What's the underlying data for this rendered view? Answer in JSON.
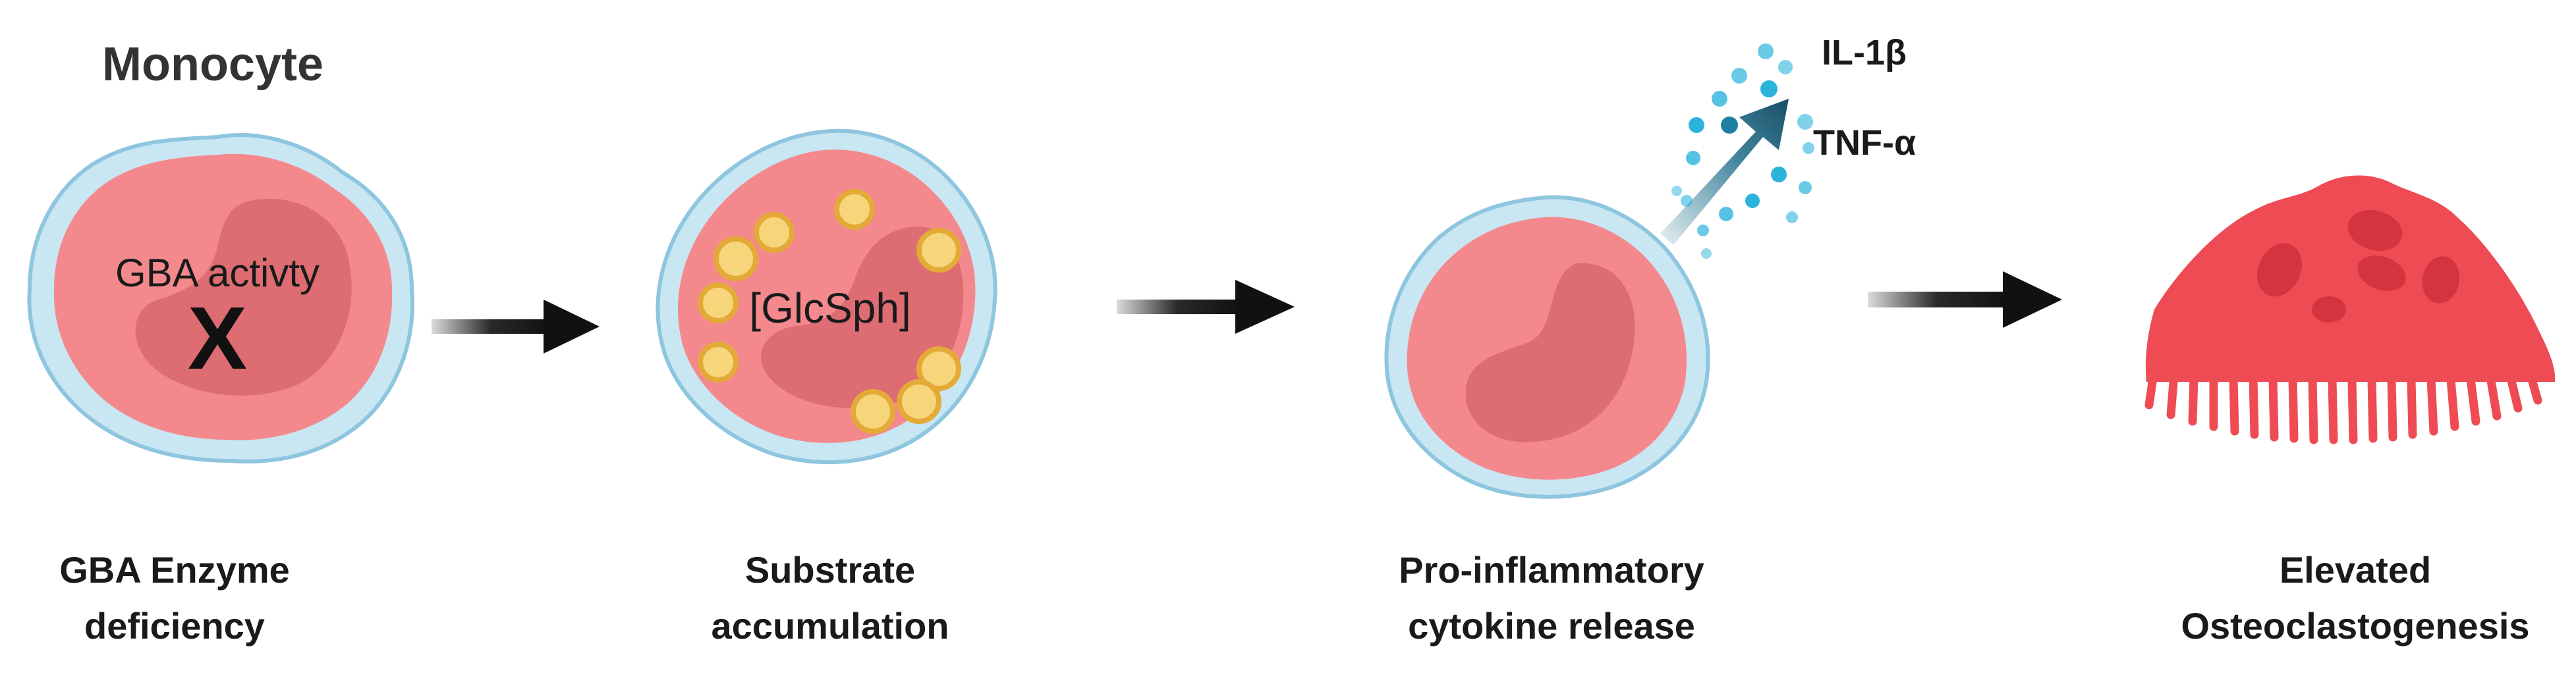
{
  "title": "Monocyte",
  "steps": [
    {
      "label_line1": "GBA Enzyme",
      "label_line2": "deficiency",
      "cell_text": "GBA activty",
      "mark": "X"
    },
    {
      "label_line1": "Substrate",
      "label_line2": "accumulation",
      "cell_text": "[GlcSph]"
    },
    {
      "label_line1": "Pro-inflammatory",
      "label_line2": "cytokine release"
    },
    {
      "label_line1": "Elevated",
      "label_line2": "Osteoclastogenesis"
    }
  ],
  "cytokines": [
    "IL-1β",
    "TNF-α"
  ],
  "colors": {
    "membrane": "#c9e6f3",
    "membrane_edge": "#8ec5df",
    "cytoplasm": "#f4898d",
    "nucleus": "#d9676f",
    "vesicle": "#f7d57a",
    "vesicle_edge": "#e3aa38",
    "arrow": "#111111",
    "cytokine_arrow": "#1f6f8c",
    "dots": "#2bb3dc",
    "osteoclast": "#ee4b55",
    "osteoclast_nucleus": "#d3343f",
    "text": "#1a1a1a"
  }
}
